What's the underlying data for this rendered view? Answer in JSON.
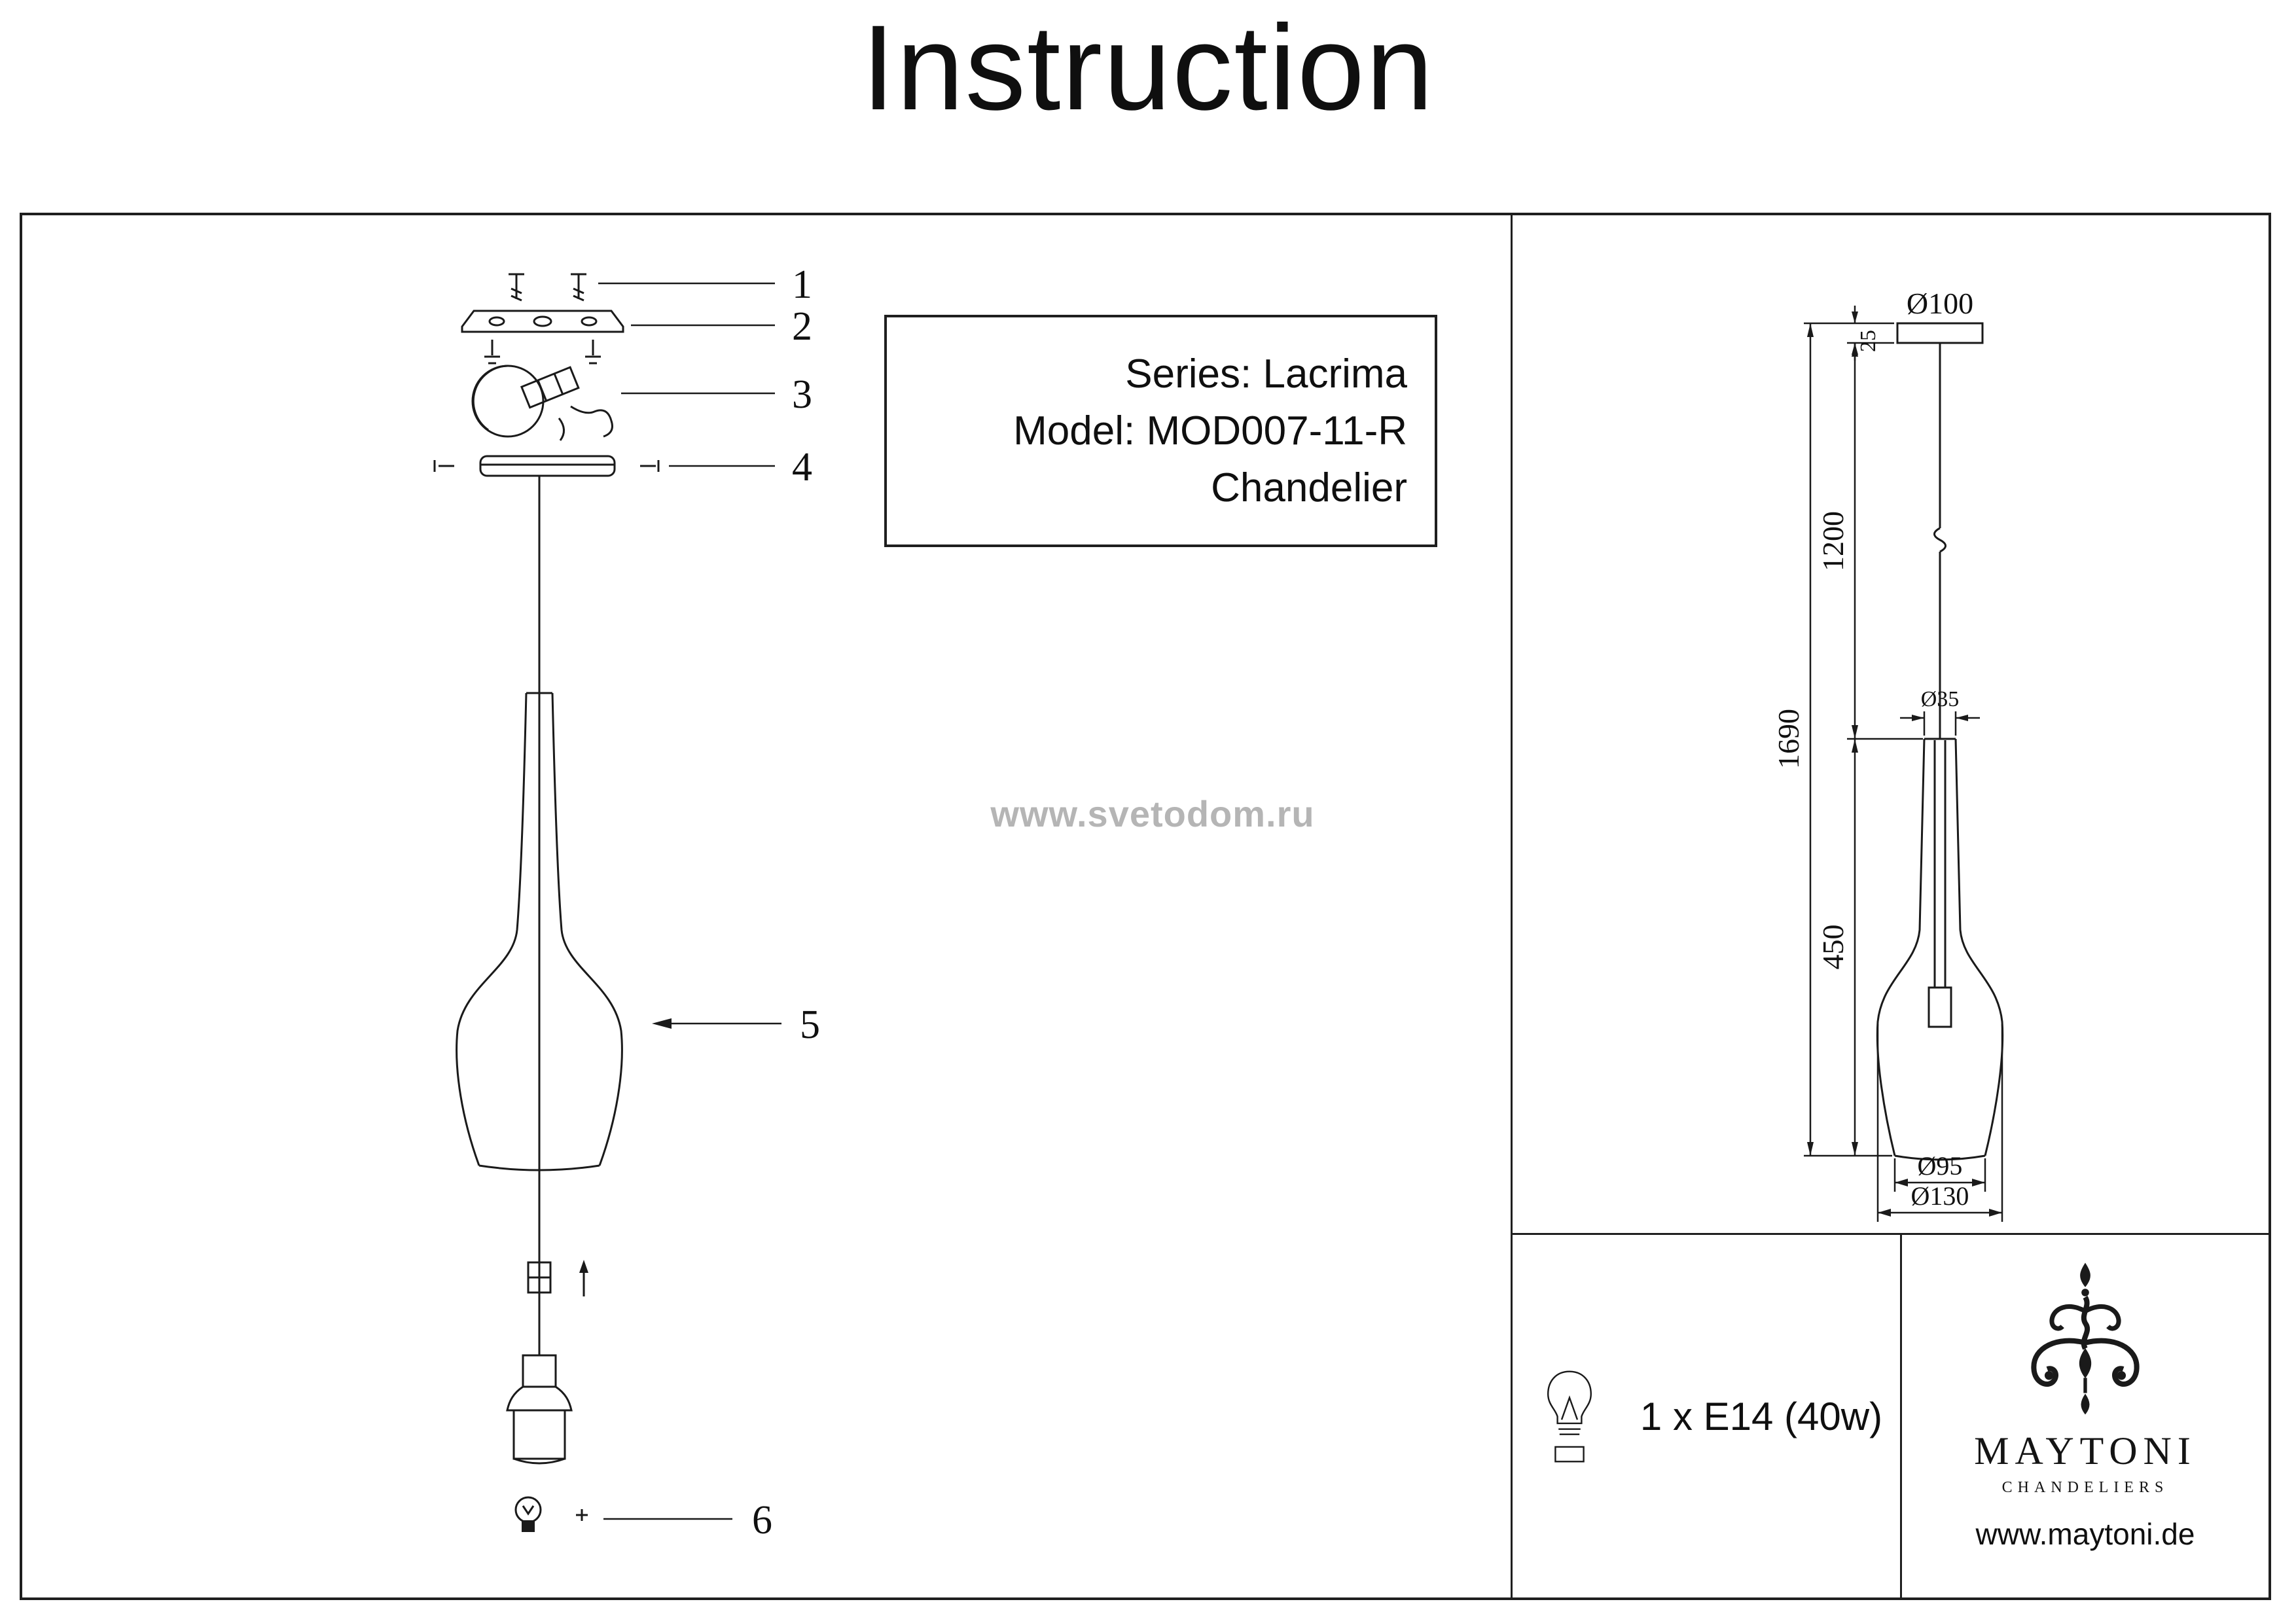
{
  "title": "Instruction",
  "watermark": "www.svetodom.ru",
  "info_box": {
    "series": "Series: Lacrima",
    "model": "Model: MOD007-11-R",
    "type": "Chandelier"
  },
  "exploded": {
    "callouts": [
      "1",
      "2",
      "3",
      "4",
      "5",
      "6"
    ]
  },
  "dimensions": {
    "canopy_diameter": "Ø100",
    "canopy_height": "25",
    "cable_length": "1200",
    "total_height": "1690",
    "shade_height": "450",
    "shade_top_diameter": "Ø35",
    "shade_bottom_opening": "Ø95",
    "shade_max_diameter": "Ø130"
  },
  "bulb_spec": "1 x E14 (40w)",
  "brand": {
    "name": "MAYTONI",
    "subtitle": "CHANDELIERS",
    "website": "www.maytoni.de"
  },
  "colors": {
    "ink": "#1a1a1a",
    "watermark_gray": "#b5b5b5"
  }
}
